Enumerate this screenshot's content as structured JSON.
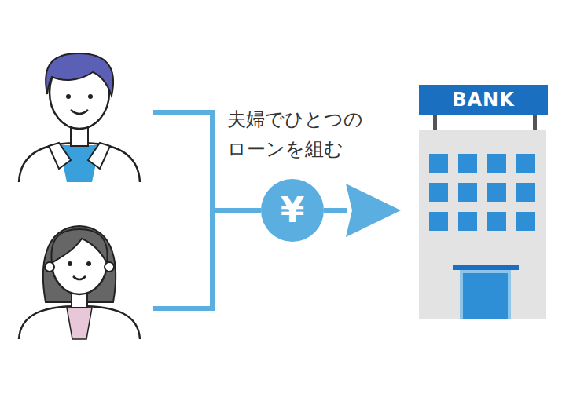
{
  "diagram": {
    "nodes": [
      {
        "text": [
          "¥"
        ]
      },
      {
        "text": [
          "BANK"
        ]
      }
    ],
    "edges": [
      {
        "from": 0,
        "to": 1,
        "arrow": "to"
      }
    ],
    "labels": [
      "夫婦でひとつの ローンを組む"
    ]
  }
}
